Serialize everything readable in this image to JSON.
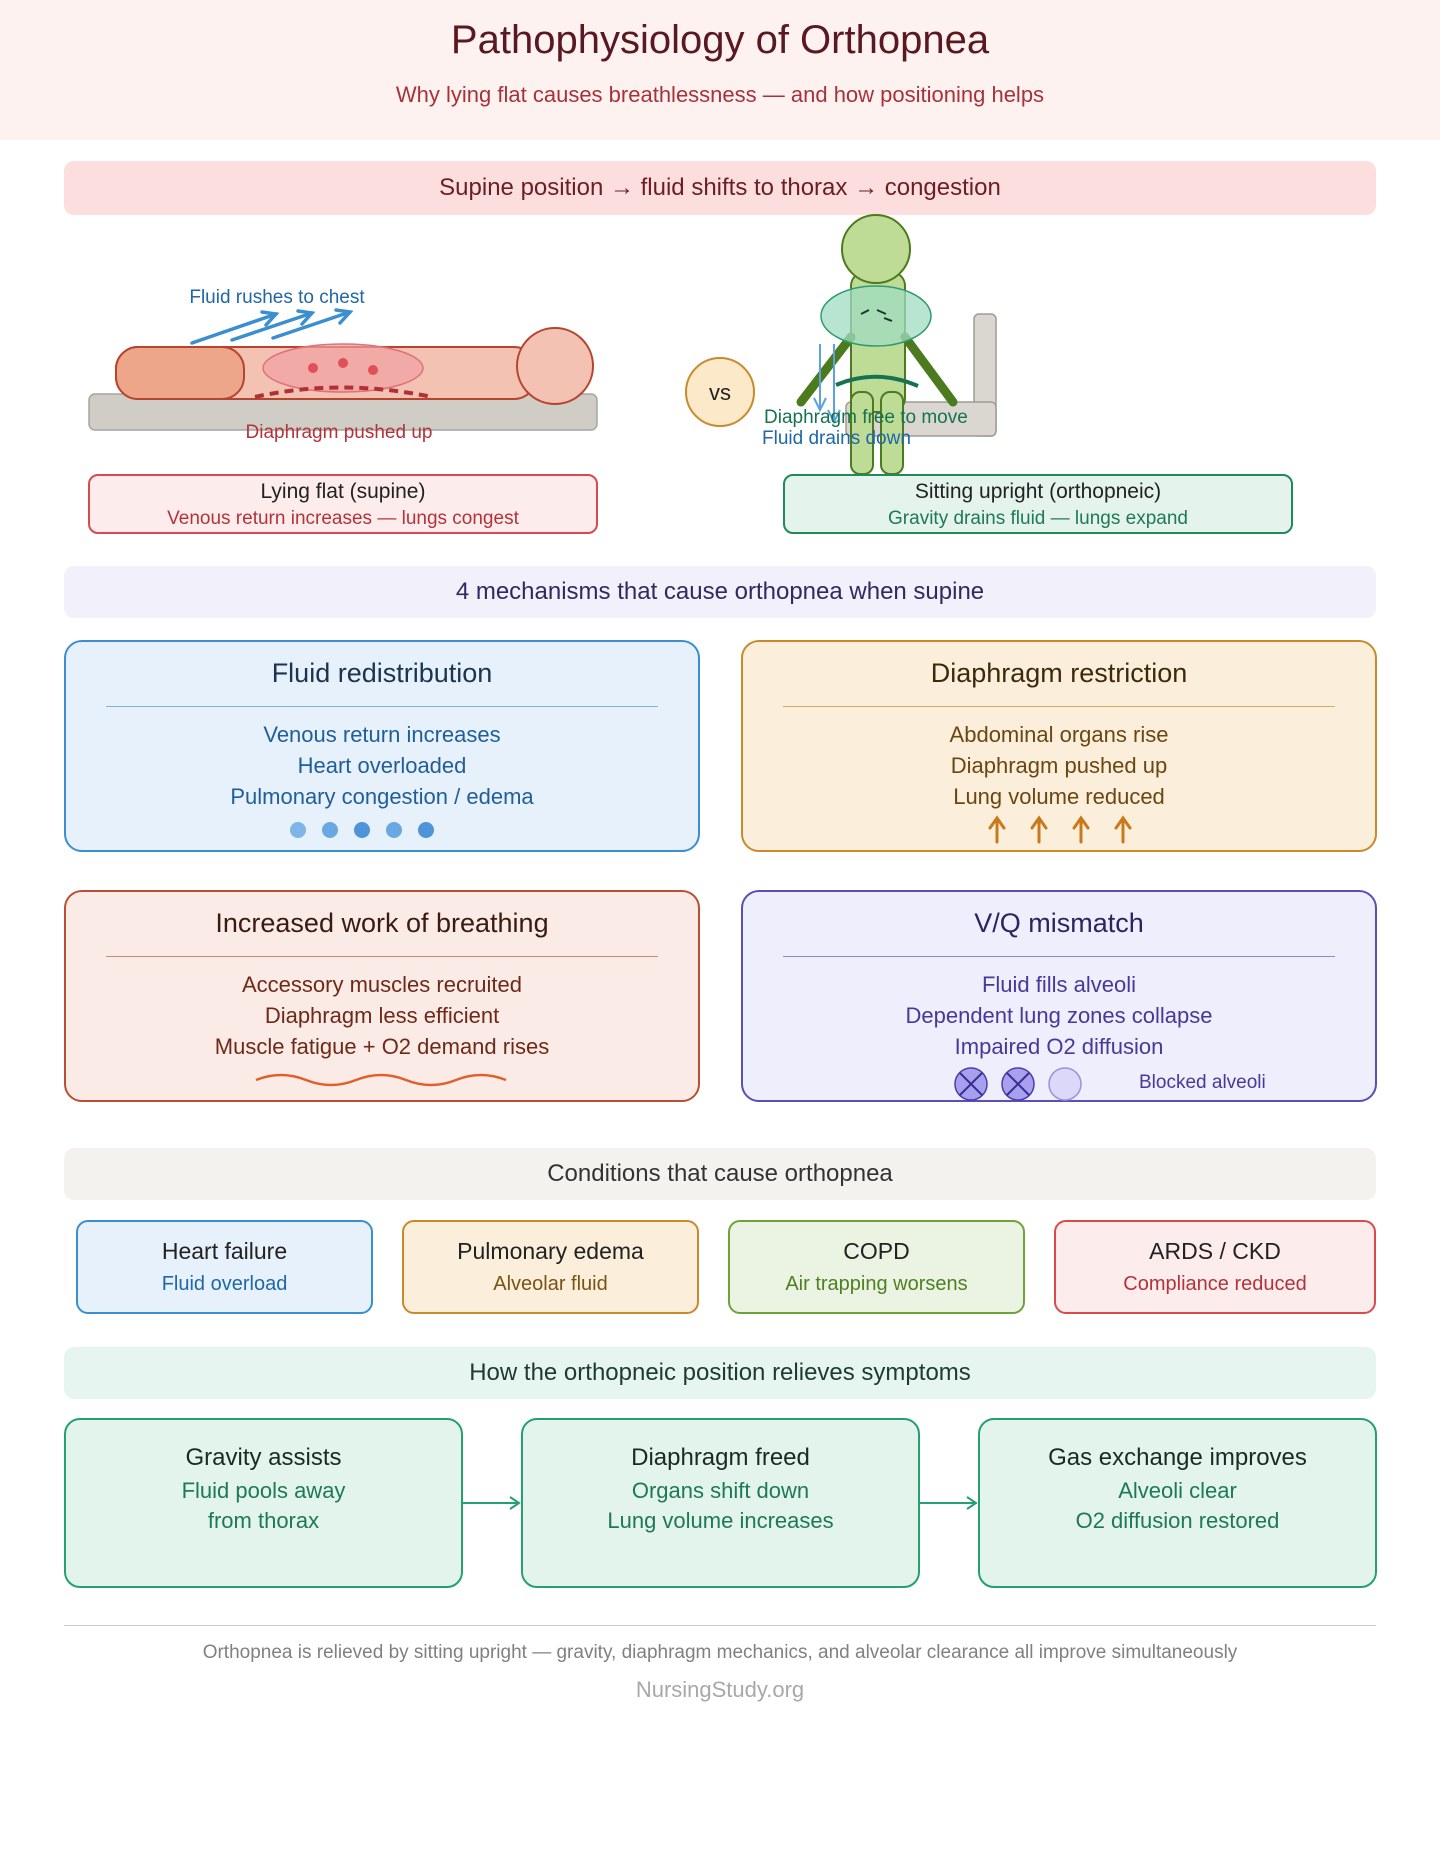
{
  "header": {
    "title": "Pathophysiology of Orthopnea",
    "subtitle": "Why lying flat causes breathlessness — and how positioning helps"
  },
  "section_supine": {
    "banner": "Supine position → fluid shifts to thorax → congestion",
    "fluid_label": "Fluid rushes to chest",
    "diaphragm_label": "Diaphragm pushed up",
    "vs_label": "vs",
    "diaphragm_free_label": "Diaphragm free to move",
    "fluid_drains_label": "Fluid drains down",
    "supine_caption_title": "Lying flat (supine)",
    "supine_caption_sub": "Venous return increases — lungs congest",
    "upright_caption_title": "Sitting upright (orthopneic)",
    "upright_caption_sub": "Gravity drains fluid — lungs expand"
  },
  "section_mechanisms": {
    "banner": "4 mechanisms that cause orthopnea when supine",
    "cards": [
      {
        "title": "Fluid redistribution",
        "lines": [
          "Venous return increases",
          "Heart overloaded",
          "Pulmonary congestion / edema"
        ]
      },
      {
        "title": "Diaphragm restriction",
        "lines": [
          "Abdominal organs rise",
          "Diaphragm pushed up",
          "Lung volume reduced"
        ]
      },
      {
        "title": "Increased work of breathing",
        "lines": [
          "Accessory muscles recruited",
          "Diaphragm less efficient",
          "Muscle fatigue + O2 demand rises"
        ]
      },
      {
        "title": "V/Q mismatch",
        "lines": [
          "Fluid fills alveoli",
          "Dependent lung zones collapse",
          "Impaired O2 diffusion"
        ],
        "legend": "Blocked alveoli"
      }
    ]
  },
  "section_conditions": {
    "banner": "Conditions that cause orthopnea",
    "items": [
      {
        "title": "Heart failure",
        "sub": "Fluid overload"
      },
      {
        "title": "Pulmonary edema",
        "sub": "Alveolar fluid"
      },
      {
        "title": "COPD",
        "sub": "Air trapping worsens"
      },
      {
        "title": "ARDS / CKD",
        "sub": "Compliance reduced"
      }
    ]
  },
  "section_relief": {
    "banner": "How the orthopneic position relieves symptoms",
    "steps": [
      {
        "title": "Gravity assists",
        "line1": "Fluid pools away",
        "line2": "from thorax"
      },
      {
        "title": "Diaphragm freed",
        "line1": "Organs shift down",
        "line2": "Lung volume increases"
      },
      {
        "title": "Gas exchange improves",
        "line1": "Alveoli clear",
        "line2": "O2 diffusion restored"
      }
    ]
  },
  "footer": {
    "note": "Orthopnea is relieved by sitting upright — gravity, diaphragm mechanics, and alveolar clearance all improve simultaneously",
    "brand": "NursingStudy.org"
  },
  "colors": {
    "supine_red": "#d94a4f",
    "upright_green": "#1f8a5c",
    "fluid_blue": "#3b8fd0",
    "diaphragm_orange": "#c98a2b",
    "work_rust": "#b85033",
    "vq_purple": "#5b4fb5"
  }
}
